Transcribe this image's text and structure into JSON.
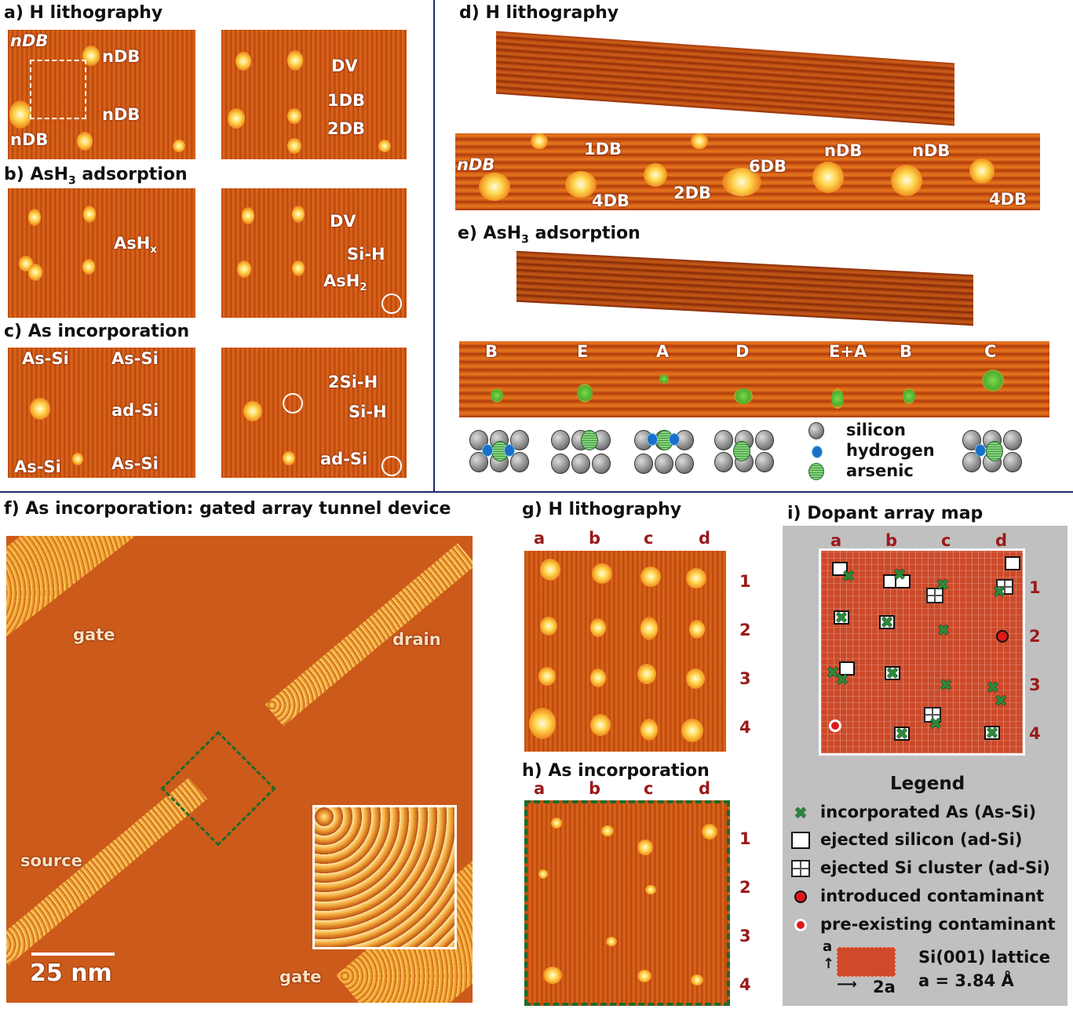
{
  "panels": {
    "a": {
      "title": "a) H lithography",
      "labels": [
        "nDB",
        "nDB",
        "nDB",
        "nDB",
        "DV",
        "1DB",
        "2DB"
      ]
    },
    "b": {
      "title_main": "b) AsH",
      "title_sub": "3",
      "title_end": " adsorption",
      "labels": {
        "ashx": "AsH",
        "ashx_sub": "x",
        "dv": "DV",
        "sih": "Si-H",
        "ash2": "AsH",
        "ash2_sub": "2"
      }
    },
    "c": {
      "title": "c) As incorporation",
      "labels": [
        "As-Si",
        "As-Si",
        "ad-Si",
        "As-Si",
        "As-Si",
        "2Si-H",
        "Si-H",
        "ad-Si"
      ]
    },
    "d": {
      "title": "d) H lithography",
      "labels": [
        "1DB",
        "nDB",
        "6DB",
        "nDB",
        "nDB",
        "4DB",
        "2DB",
        "4DB"
      ]
    },
    "e": {
      "title_main": "e) AsH",
      "title_sub": "3",
      "title_end": " adsorption",
      "sites": [
        "B",
        "E",
        "A",
        "D",
        "E+A",
        "B",
        "C"
      ],
      "key": [
        "silicon",
        "hydrogen",
        "arsenic"
      ]
    },
    "f": {
      "title": "f) As incorporation: gated array tunnel device",
      "labels": [
        "gate",
        "drain",
        "source",
        "gate"
      ],
      "scale_bar": "25 nm"
    },
    "g": {
      "title": "g) H lithography",
      "cols": [
        "a",
        "b",
        "c",
        "d"
      ],
      "rows": [
        "1",
        "2",
        "3",
        "4"
      ]
    },
    "h": {
      "title": "h) As incorporation",
      "cols": [
        "a",
        "b",
        "c",
        "d"
      ],
      "rows": [
        "1",
        "2",
        "3",
        "4"
      ]
    },
    "i": {
      "title": "i) Dopant array map",
      "cols": [
        "a",
        "b",
        "c",
        "d"
      ],
      "rows": [
        "1",
        "2",
        "3",
        "4"
      ],
      "legend_title": "Legend",
      "legend": [
        "incorporated As (As-Si)",
        "ejected silicon (ad-Si)",
        "ejected Si cluster (ad-Si)",
        "introduced contaminant",
        "pre-existing contaminant"
      ],
      "lattice": {
        "a": "a",
        "two_a": "2a",
        "name": "Si(001) lattice",
        "constant": "a = 3.84 Å"
      }
    }
  },
  "colors": {
    "divider": "#1c2a6a",
    "row_col_labels": "#9a1a1a",
    "as_marker": "#2a8a3a",
    "contaminant": "#e01818",
    "map_bg": "#c0c0c0"
  }
}
